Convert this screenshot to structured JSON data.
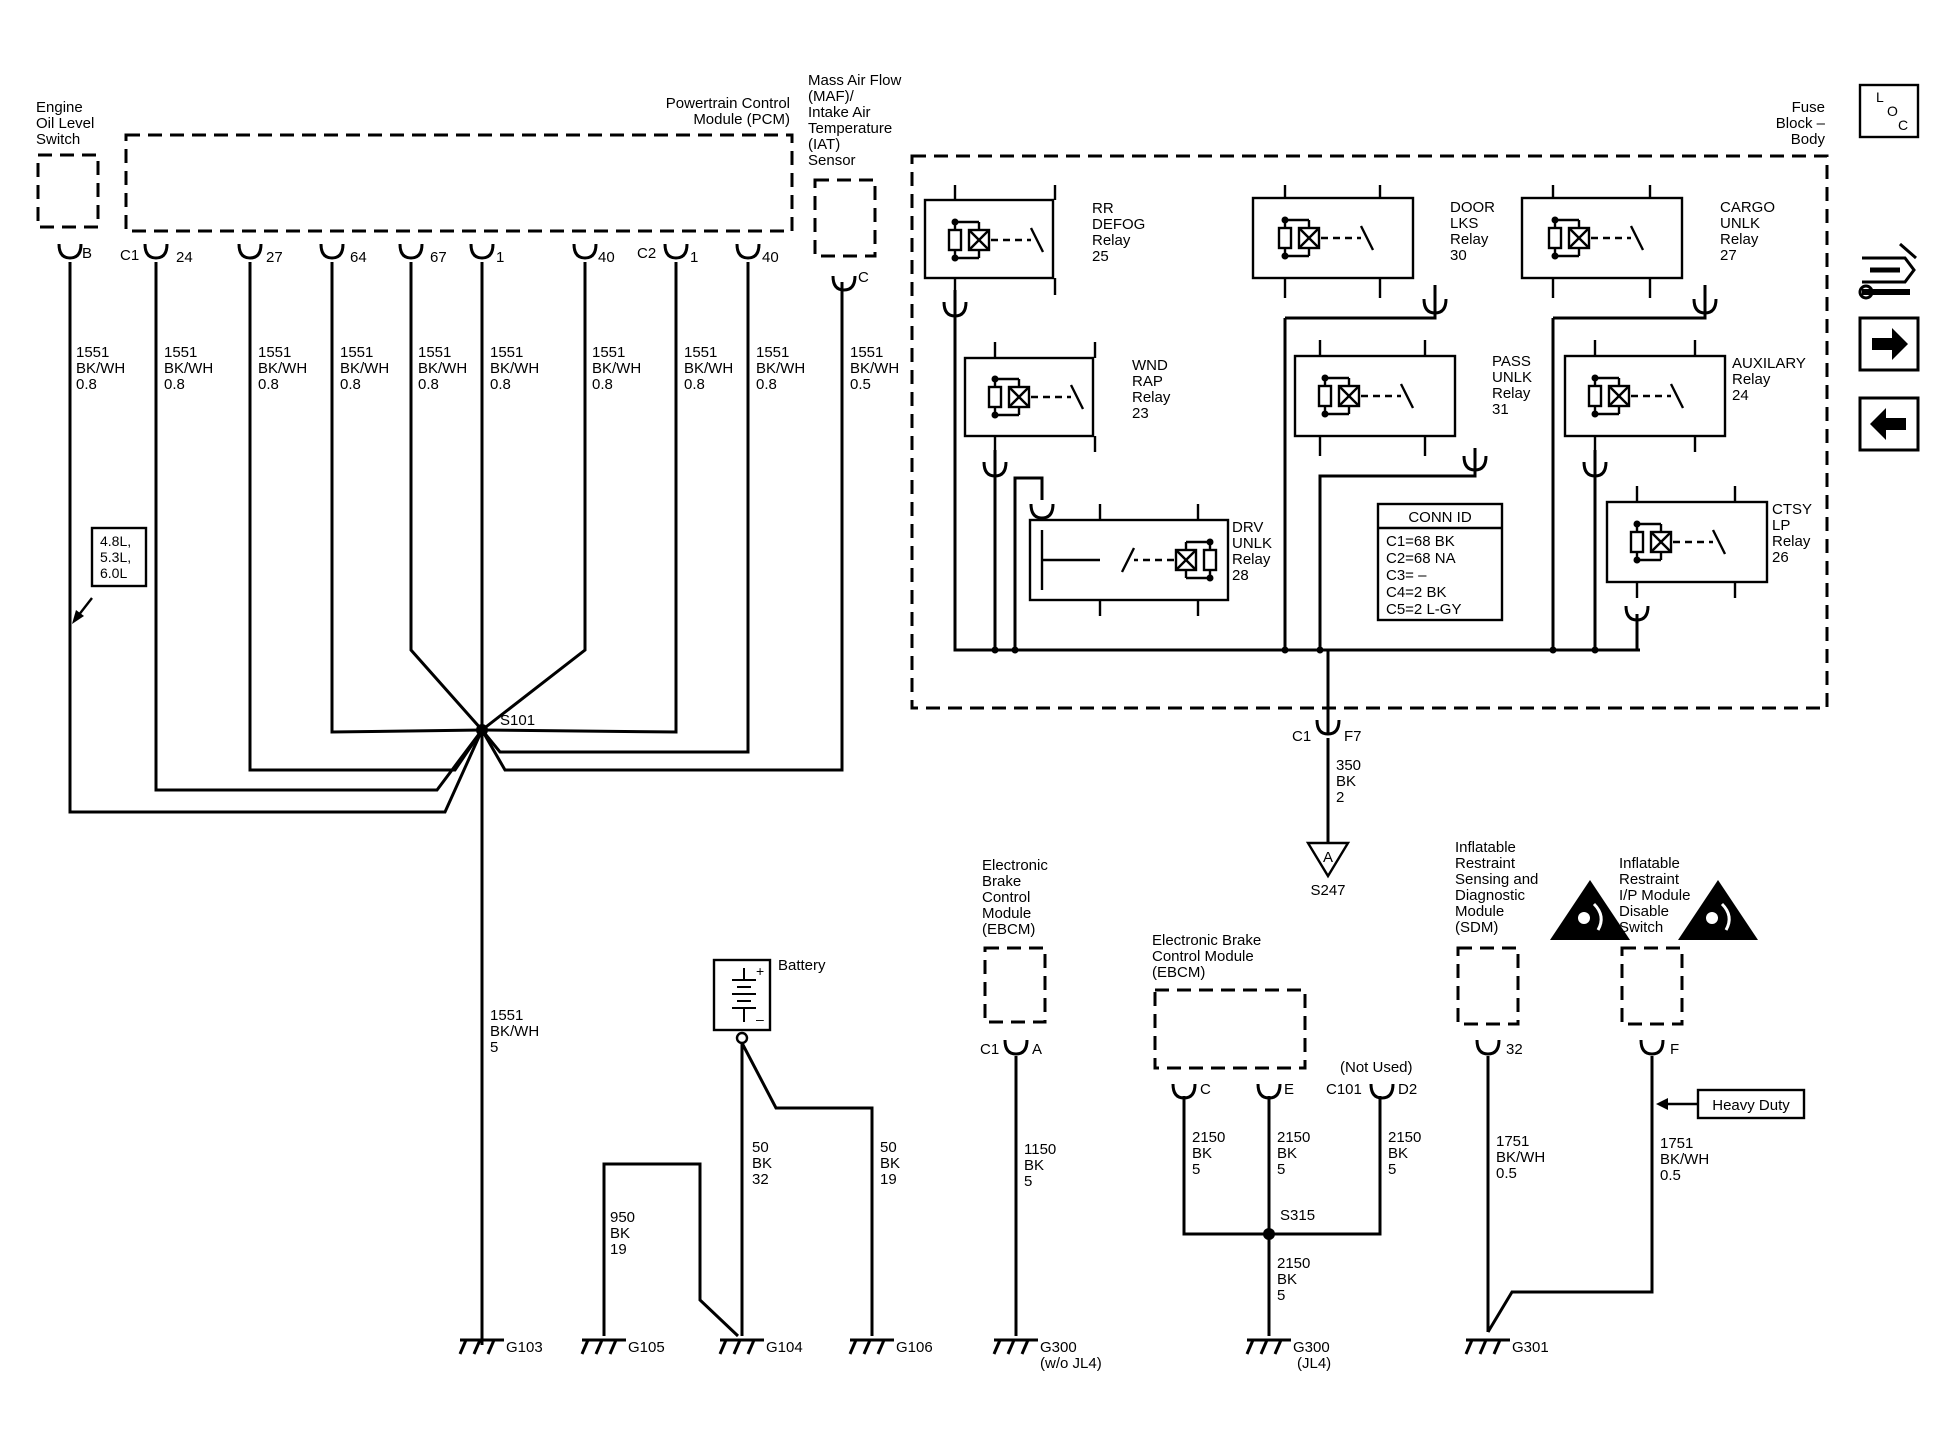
{
  "components": {
    "oil_switch": [
      "Engine",
      "Oil Level",
      "Switch"
    ],
    "oil_pin": "B",
    "pcm": [
      "Powertrain Control",
      "Module (PCM)"
    ],
    "pcm_c1": "C1",
    "pcm_c2": "C2",
    "pcm_pins": [
      "24",
      "27",
      "64",
      "67",
      "1",
      "40",
      "1",
      "40"
    ],
    "maf": [
      "Mass Air Flow",
      "(MAF)/",
      "Intake Air",
      "Temperature",
      "(IAT)",
      "Sensor"
    ],
    "maf_pin": "C",
    "fuse_block": [
      "Fuse",
      "Block –",
      "Body"
    ],
    "battery": "Battery",
    "ebcm_left": [
      "Electronic",
      "Brake",
      "Control",
      "Module",
      "(EBCM)"
    ],
    "ebcm_left_pins": [
      "C1",
      "A"
    ],
    "ebcm_mid": [
      "Electronic Brake",
      "Control Module",
      "(EBCM)"
    ],
    "ebcm_mid_pins": [
      "C",
      "E",
      "C101",
      "D2"
    ],
    "not_used": "(Not Used)",
    "sdm": [
      "Inflatable",
      "Restraint",
      "Sensing and",
      "Diagnostic",
      "Module",
      "(SDM)"
    ],
    "sdm_pin": "32",
    "ipm": [
      "Inflatable",
      "Restraint",
      "I/P Module",
      "Disable",
      "Switch"
    ],
    "ipm_pin": "F"
  },
  "relays": {
    "rr_defog": [
      "RR",
      "DEFOG",
      "Relay",
      "25"
    ],
    "door_lks": [
      "DOOR",
      "LKS",
      "Relay",
      "30"
    ],
    "cargo_unlk": [
      "CARGO",
      "UNLK",
      "Relay",
      "27"
    ],
    "wnd_rap": [
      "WND",
      "RAP",
      "Relay",
      "23"
    ],
    "pass_unlk": [
      "PASS",
      "UNLK",
      "Relay",
      "31"
    ],
    "auxilary": [
      "AUXILARY",
      "Relay",
      "24"
    ],
    "drv_unlk": [
      "DRV",
      "UNLK",
      "Relay",
      "28"
    ],
    "ctsy_lp": [
      "CTSY",
      "LP",
      "Relay",
      "26"
    ]
  },
  "conn_id": {
    "title": "CONN ID",
    "rows": [
      "C1=68 BK",
      "C2=68 NA",
      "C3= –",
      "C4=2 BK",
      "C5=2 L-GY"
    ]
  },
  "wires": {
    "w0": [
      "1551",
      "BK/WH",
      "0.8"
    ],
    "w1": [
      "1551",
      "BK/WH",
      "0.8"
    ],
    "w2": [
      "1551",
      "BK/WH",
      "0.8"
    ],
    "w3": [
      "1551",
      "BK/WH",
      "0.8"
    ],
    "w4": [
      "1551",
      "BK/WH",
      "0.8"
    ],
    "w5": [
      "1551",
      "BK/WH",
      "0.8"
    ],
    "w6": [
      "1551",
      "BK/WH",
      "0.8"
    ],
    "w7": [
      "1551",
      "BK/WH",
      "0.8"
    ],
    "w8": [
      "1551",
      "BK/WH",
      "0.8"
    ],
    "w9": [
      "1551",
      "BK/WH",
      "0.5"
    ],
    "main": [
      "1551",
      "BK/WH",
      "5"
    ],
    "fuse_out": [
      "350",
      "BK",
      "2"
    ],
    "bat_g104": [
      "50",
      "BK",
      "32"
    ],
    "bat_g106": [
      "50",
      "BK",
      "19"
    ],
    "g105": [
      "950",
      "BK",
      "19"
    ],
    "ebcm_a": [
      "1150",
      "BK",
      "5"
    ],
    "ebcm_c": [
      "2150",
      "BK",
      "5"
    ],
    "ebcm_e": [
      "2150",
      "BK",
      "5"
    ],
    "ebcm_d2": [
      "2150",
      "BK",
      "5"
    ],
    "s315_out": [
      "2150",
      "BK",
      "5"
    ],
    "sdm_w": [
      "1751",
      "BK/WH",
      "0.5"
    ],
    "ipm_w": [
      "1751",
      "BK/WH",
      "0.5"
    ]
  },
  "splices": {
    "s101": "S101",
    "s315": "S315",
    "s247": "S247",
    "s247_letter": "A",
    "fuse_c1": "C1",
    "fuse_f7": "F7"
  },
  "engine_option": [
    "4.8L,",
    "5.3L,",
    "6.0L"
  ],
  "heavy_duty": "Heavy Duty",
  "grounds": {
    "g103": "G103",
    "g105": "G105",
    "g104": "G104",
    "g106": "G106",
    "g300a": "G300",
    "g300a_note": "(w/o JL4)",
    "g300b": "G300",
    "g300b_note": "(JL4)",
    "g301": "G301"
  },
  "loc_letters": [
    "L",
    "O",
    "C"
  ]
}
